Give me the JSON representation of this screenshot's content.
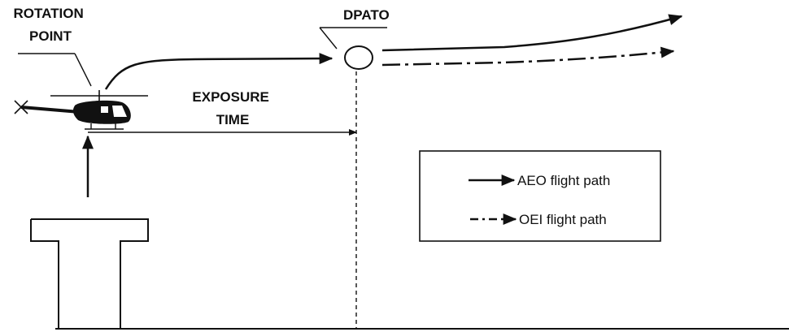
{
  "labels": {
    "rotation_line1": "ROTATION",
    "rotation_line2": "POINT",
    "dpato": "DPATO",
    "exposure_line1": "EXPOSURE",
    "exposure_line2": "TIME"
  },
  "legend": {
    "aeo": "AEO flight path",
    "oei": "OEI flight path"
  }
}
